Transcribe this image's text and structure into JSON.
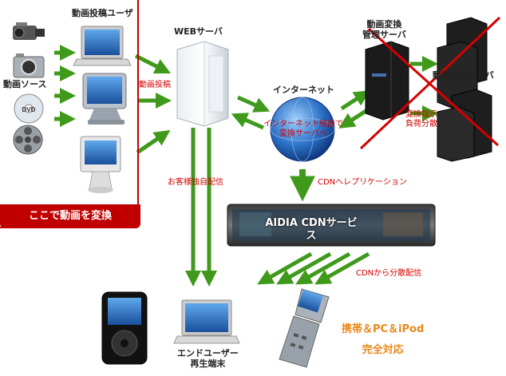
{
  "labels": {
    "uploader": "動画投稿ユーザ",
    "source": "動画ソース",
    "encode_here": "ここで動画を変換",
    "web_server": "WEBサーバ",
    "upload": "動画投稿",
    "internet": "インターネット",
    "internet_note_1": "インターネット経由で",
    "internet_note_2": "変換サーバへ",
    "mgmt_server_1": "動画変換",
    "mgmt_server_2": "管理サーバ",
    "conv_server": "動画変換サーバ",
    "conv_note_1": "変換指示",
    "conv_note_2": "負荷分散",
    "custom_delivery": "お客様独自配信",
    "replication": "CDNへレプリケーション",
    "cdn_service": "AIDIA CDNサービス",
    "distributed": "CDNから分散配信",
    "end_user_1": "エンドユーザー",
    "end_user_2": "再生端末",
    "support_1": "携帯＆PC＆iPod",
    "support_2": "完全対応"
  },
  "colors": {
    "arrow_green": "#3f9a1c",
    "frame_red": "#c00000",
    "note_red": "#d40000",
    "accent_orange": "#e8891a"
  },
  "icons": [
    "video-camera-icon",
    "digital-camera-icon",
    "dvd-icon",
    "film-reel-icon",
    "laptop-icon",
    "crt-monitor-icon",
    "imac-icon",
    "server-icon",
    "globe-icon",
    "server-tower-icon",
    "ipod-icon",
    "flip-phone-icon"
  ]
}
